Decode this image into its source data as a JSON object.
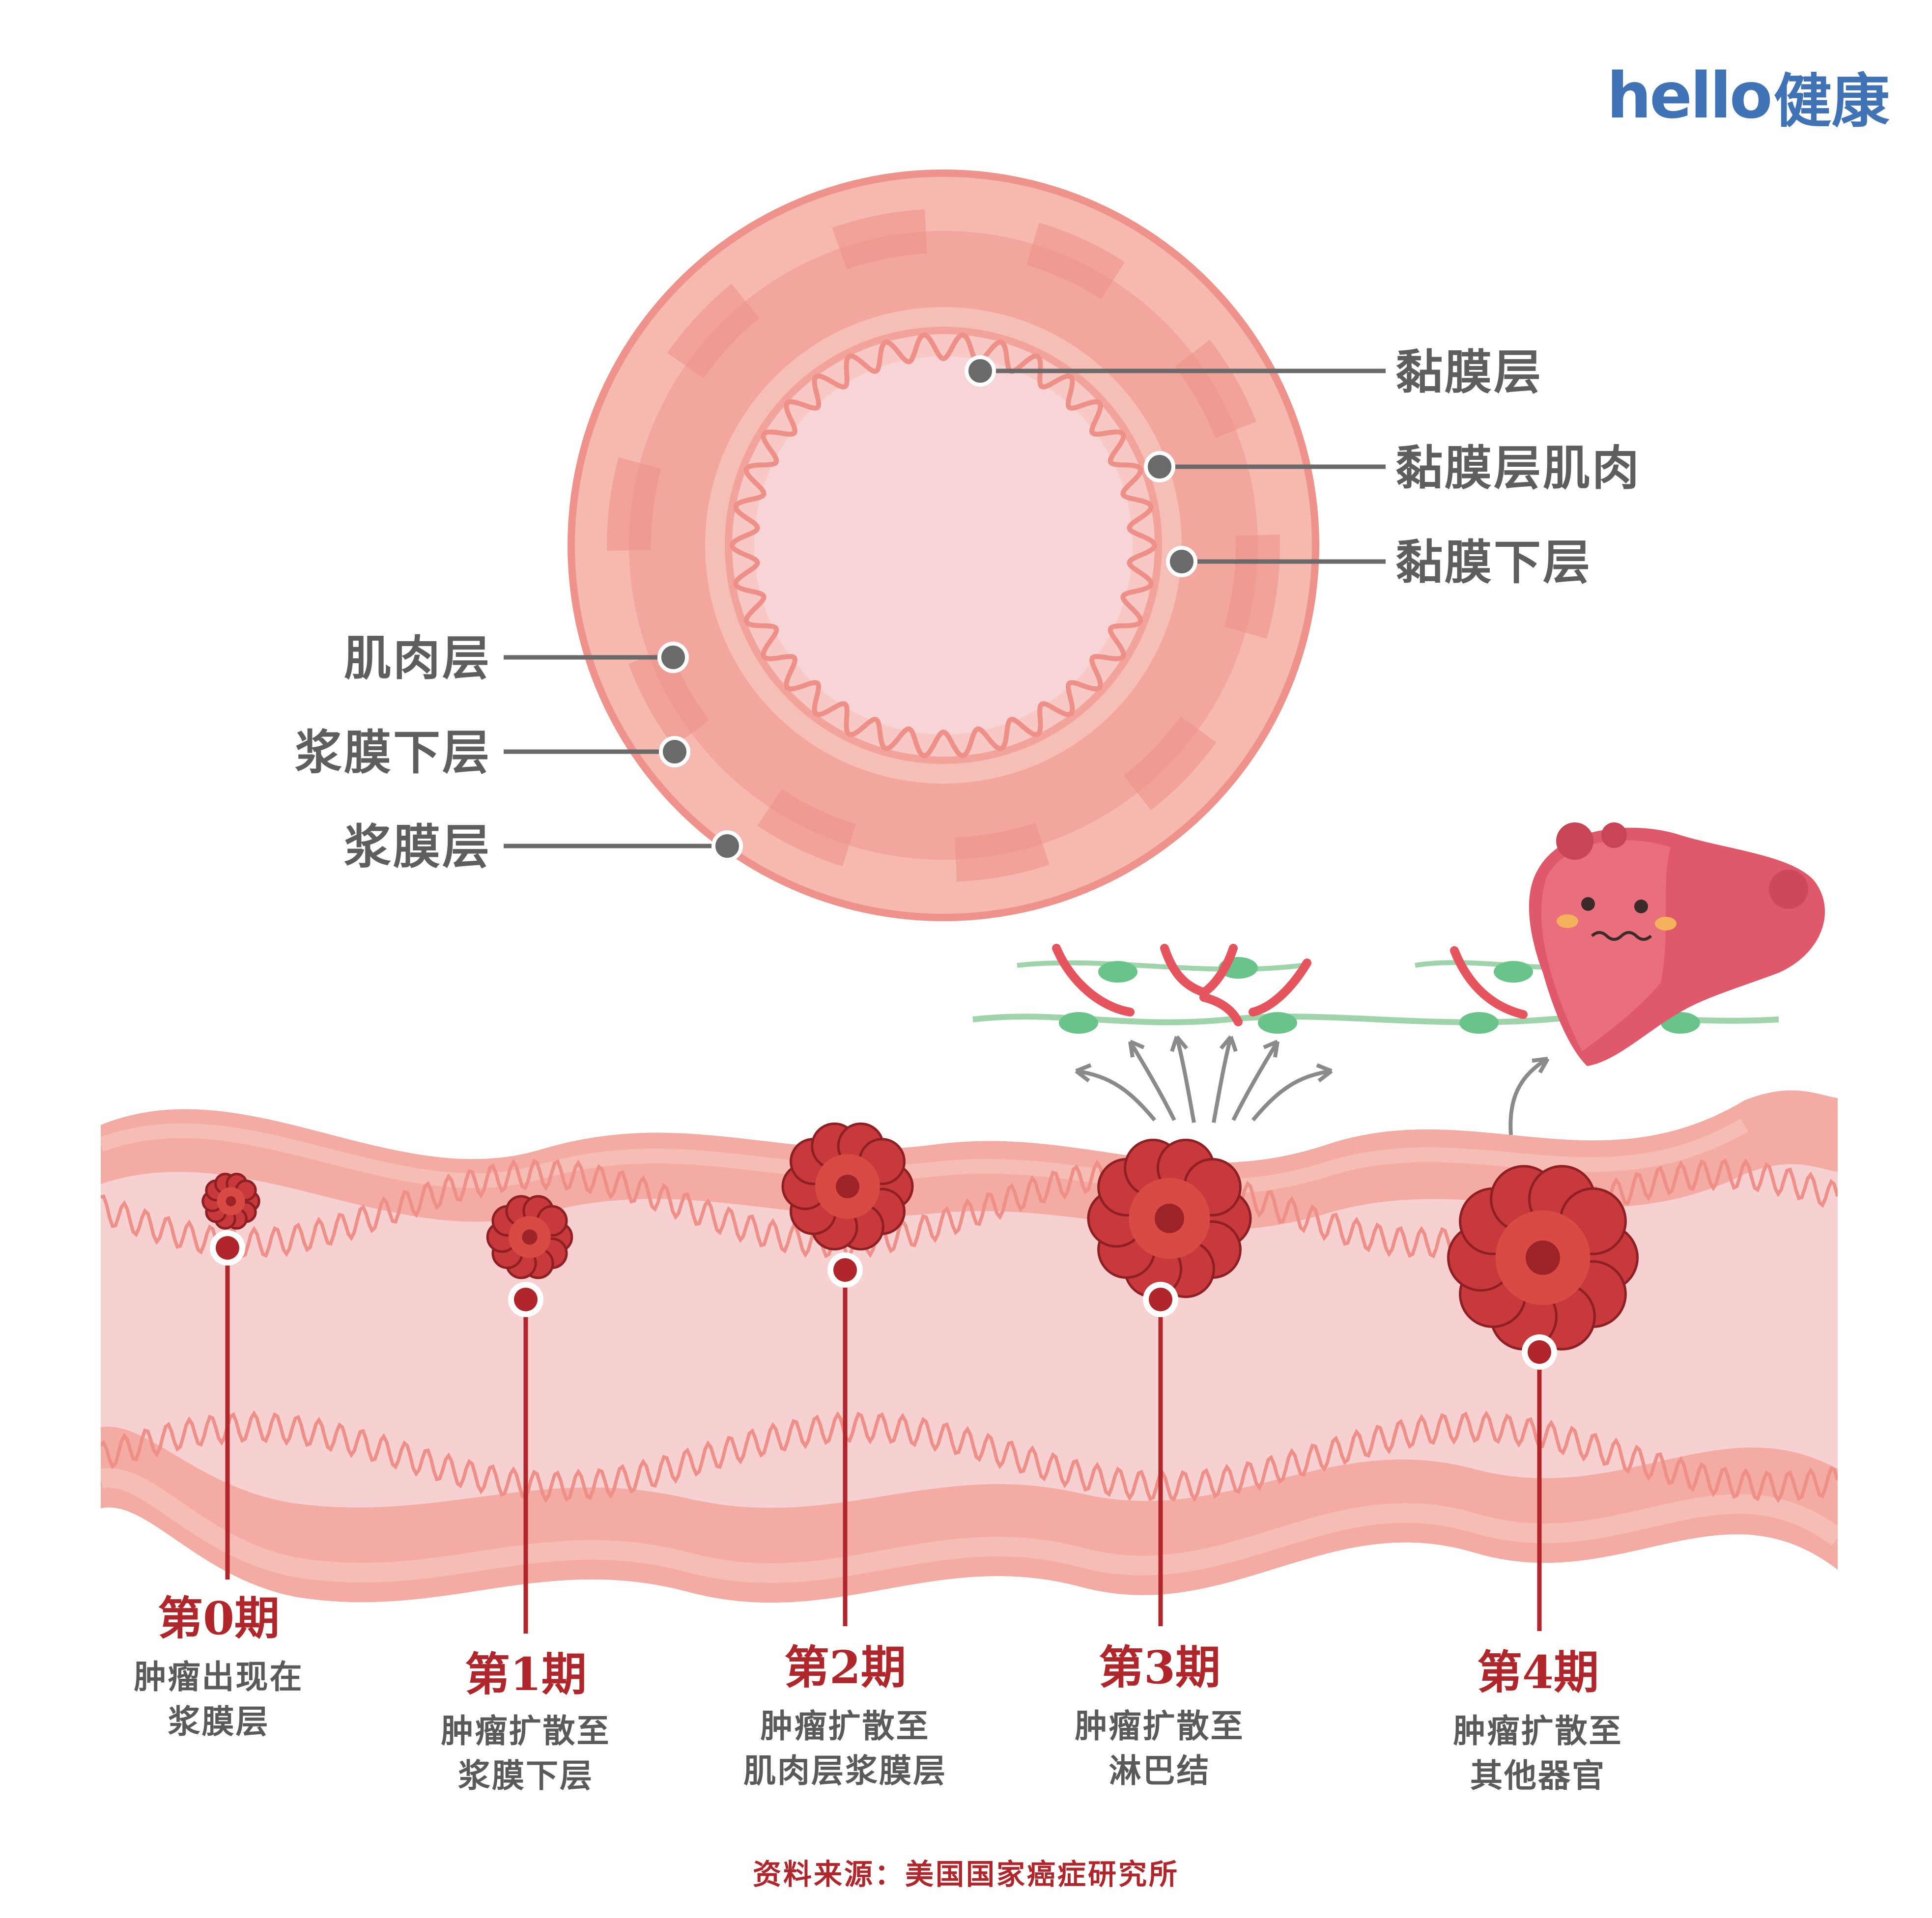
{
  "logo": {
    "latin": "hello",
    "cn": "健康"
  },
  "cross_section": {
    "right_labels": [
      "黏膜层",
      "黏膜层肌肉",
      "黏膜下层"
    ],
    "left_labels": [
      "肌肉层",
      "浆膜下层",
      "浆膜层"
    ]
  },
  "stages": [
    {
      "title": "第0期",
      "desc": "肿瘤出现在\n浆膜层"
    },
    {
      "title": "第1期",
      "desc": "肿瘤扩散至\n浆膜下层"
    },
    {
      "title": "第2期",
      "desc": "肿瘤扩散至\n肌肉层浆膜层"
    },
    {
      "title": "第3期",
      "desc": "肿瘤扩散至\n淋巴结"
    },
    {
      "title": "第4期",
      "desc": "肿瘤扩散至\n其他器官"
    }
  ],
  "source": "资料来源：美国国家癌症研究所",
  "colors": {
    "accent": "#b0262b",
    "tissue": "#f3a9a2",
    "lumen": "#f7d3d5",
    "label": "#5e5e5e",
    "logo": "#3f73b5"
  }
}
